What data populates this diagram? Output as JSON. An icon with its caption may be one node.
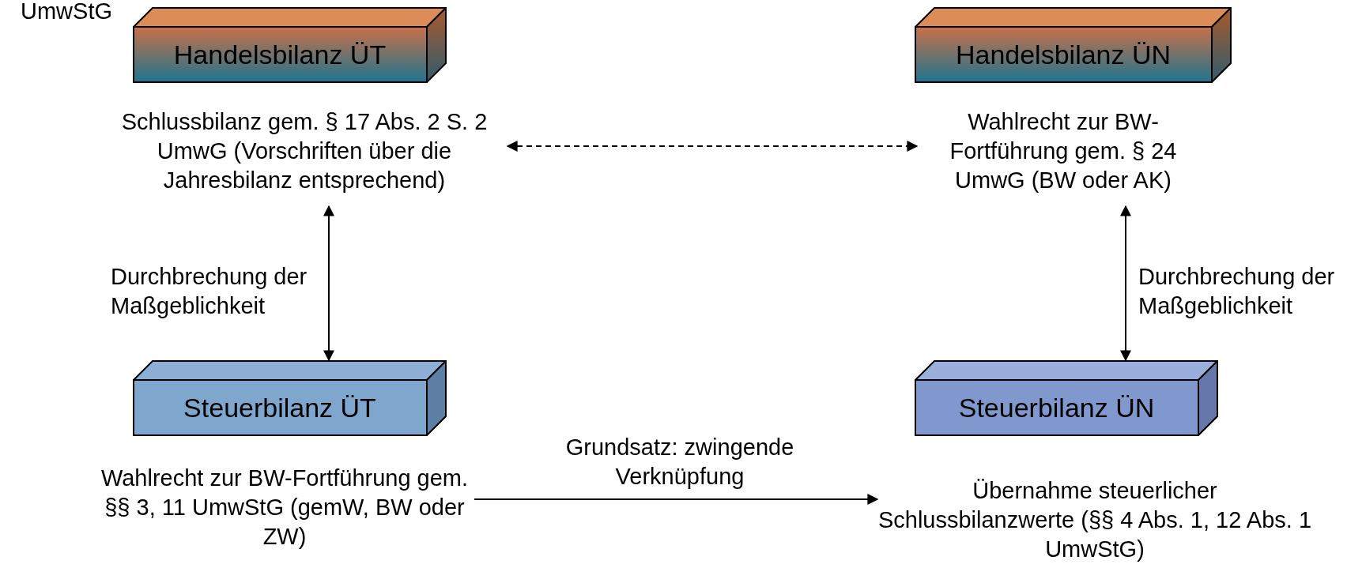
{
  "diagram": {
    "nodes": [
      {
        "text": [
          "Handelsbilanz ÜT"
        ]
      },
      {
        "text": [
          "Schlussbilanz gem. § 17 Abs. 2 S. 2 UmwG (Vorschriften über die Jahresbilanz entsprechend)"
        ]
      },
      {
        "text": [
          "Handelsbilanz ÜN"
        ]
      },
      {
        "text": [
          "Wahlrecht zur BW-Fortführung gem. § 24 UmwG (BW oder AK)"
        ]
      },
      {
        "text": [
          "Steuerbilanz ÜT"
        ]
      },
      {
        "text": [
          "Wahlrecht zur BW-Fortführung gem. §§ 3, 11 UmwStG (gemW, BW oder ZW)"
        ]
      },
      {
        "text": [
          "Steuerbilanz ÜN"
        ]
      },
      {
        "text": [
          "Übernahme steuerlicher Schlussbilanzwerte (§§ 4 Abs. 1, 12 Abs. 1 UmwStG)"
        ]
      }
    ],
    "edges": [
      {
        "from": 1,
        "to": 3,
        "arrow": "both",
        "style": "dashed"
      },
      {
        "from": 1,
        "to": 4,
        "arrow": "both",
        "label": "Durchbrechung der Maßgeblichkeit"
      },
      {
        "from": 3,
        "to": 6,
        "arrow": "both",
        "label": "Durchbrechung der Maßgeblichkeit"
      },
      {
        "from": 5,
        "to": 7,
        "arrow": "to",
        "label": "Grundsatz: zwingende Verknüpfung"
      }
    ],
    "labels": [
      "UmwStG"
    ]
  }
}
